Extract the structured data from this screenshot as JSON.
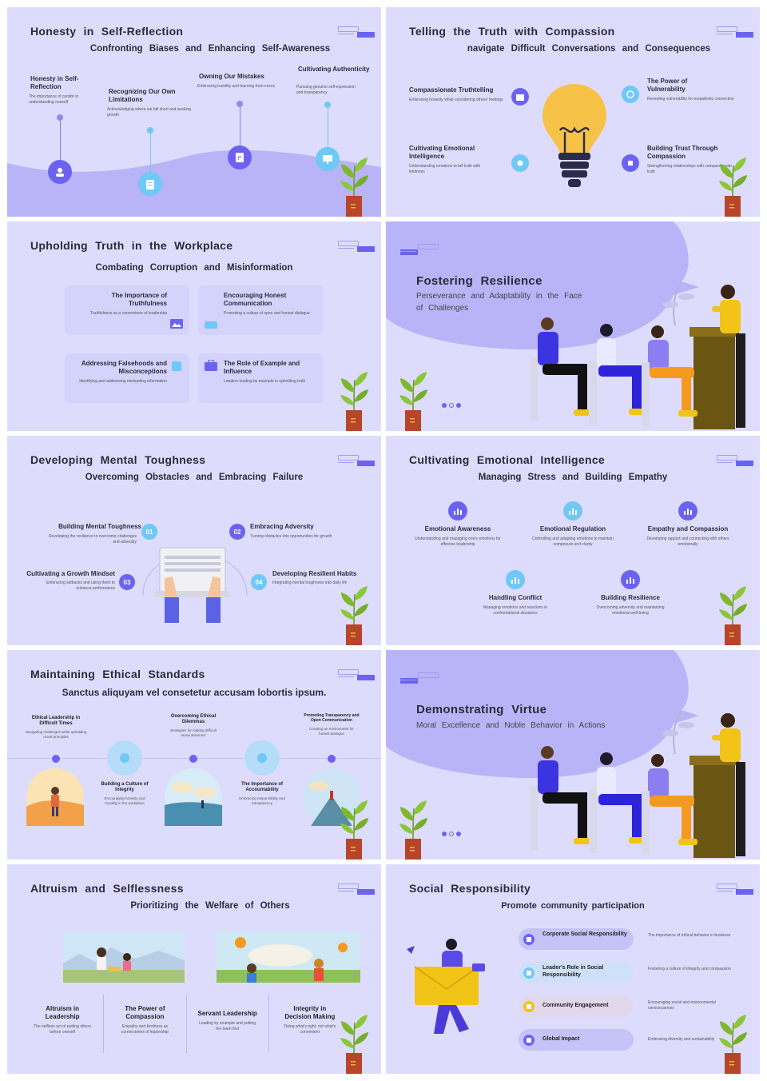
{
  "colors": {
    "slide_bg": "#dedcfd",
    "accent": "#6b63f0",
    "card": "#d4d3fb",
    "text": "#2b2b3a"
  },
  "s1": {
    "title": "Honesty in Self-Reflection",
    "subtitle": "Confronting Biases and Enhancing Self-Awareness",
    "items": [
      {
        "heading": "Honesty in Self-Reflection",
        "text": "The importance of candor in understanding oneself",
        "icon": "user-card-icon"
      },
      {
        "heading": "Recognizing Our Own Limitations",
        "text": "Acknowledging where we fall short and seeking growth",
        "icon": "clipboard-icon"
      },
      {
        "heading": "Owning Our Mistakes",
        "text": "Embracing humility and learning from errors",
        "icon": "document-p-icon"
      },
      {
        "heading": "Cultivating Authenticity",
        "text": "Pursuing genuine self-expression and transparency",
        "icon": "presentation-icon"
      }
    ]
  },
  "s2": {
    "title": "Telling the Truth with Compassion",
    "subtitle": "navigate Difficult Conversations and Consequences",
    "items": [
      {
        "heading": "Compassionate Truthtelling",
        "text": "Embracing honesty while considering others' feelings",
        "icon": "box-icon"
      },
      {
        "heading": "The Power of Vulnerability",
        "text": "Revealing vulnerability for empathetic connection",
        "icon": "clock-icon"
      },
      {
        "heading": "Cultivating Emotional Intelligence",
        "text": "Understanding emotions to tell truth with kindness",
        "icon": "gear-icon"
      },
      {
        "heading": "Building Trust Through Compassion",
        "text": "Strengthening relationships with compassionate truth",
        "icon": "chip-icon"
      }
    ]
  },
  "s3": {
    "title": "Upholding Truth in the Workplace",
    "subtitle": "Combating Corruption and Misinformation",
    "cards": [
      {
        "heading": "The Importance of Truthfulness",
        "text": "Truthfulness as a cornerstone of leadership",
        "icon": "image-icon"
      },
      {
        "heading": "Encouraging Honest Communication",
        "text": "Promoting a culture of open and honest dialogue",
        "icon": "sofa-icon"
      },
      {
        "heading": "Addressing Falsehoods and Misconceptions",
        "text": "Identifying and addressing misleading information",
        "icon": "puzzle-icon"
      },
      {
        "heading": "The Role of Example and Influence",
        "text": "Leaders leading by example in upholding truth",
        "icon": "briefcase-icon"
      }
    ]
  },
  "s4": {
    "title": "Fostering Resilience",
    "subtitle": "Perseverance and Adaptability in the Face of Challenges"
  },
  "s5": {
    "title": "Developing Mental Toughness",
    "subtitle": "Overcoming Obstacles and Embracing Failure",
    "items": [
      {
        "num": "01",
        "heading": "Building Mental Toughness",
        "text": "Developing the resilience to overcome challenges and adversity"
      },
      {
        "num": "02",
        "heading": "Embracing Adversity",
        "text": "Turning obstacles into opportunities for growth"
      },
      {
        "num": "03",
        "heading": "Cultivating a Growth Mindset",
        "text": "Embracing setbacks and using them to enhance performance"
      },
      {
        "num": "04",
        "heading": "Developing Resilient Habits",
        "text": "Integrating mental toughness into daily life"
      }
    ]
  },
  "s6": {
    "title": "Cultivating Emotional Intelligence",
    "subtitle": "Managing Stress and Building Empathy",
    "items": [
      {
        "heading": "Emotional Awareness",
        "text": "Understanding and managing one's emotions for effective leadership"
      },
      {
        "heading": "Emotional Regulation",
        "text": "Controlling and adapting emotions to maintain composure and clarity"
      },
      {
        "heading": "Empathy and Compassion",
        "text": "Developing rapport and connecting with others emotionally"
      },
      {
        "heading": "Handling Conflict",
        "text": "Managing emotions and reactions in confrontational situations"
      },
      {
        "heading": "Building Resilience",
        "text": "Overcoming adversity and maintaining emotional well-being"
      }
    ]
  },
  "s7": {
    "title": "Maintaining Ethical Standards",
    "subtitle": "Sanctus aliquyam vel consetetur accusam lobortis ipsum.",
    "items": [
      {
        "heading": "Ethical Leadership in Difficult Times",
        "text": "Navigating challenges while upholding moral principles"
      },
      {
        "heading": "Building a Culture of Integrity",
        "text": "Encouraging honesty and morality in the workplace"
      },
      {
        "heading": "Overcoming Ethical Dilemmas",
        "text": "Strategies for making difficult moral decisions"
      },
      {
        "heading": "The Importance of Accountability",
        "text": "Embracing responsibility and transparency"
      },
      {
        "heading": "Promoting Transparency and Open Communication",
        "text": "Creating an environment for honest dialogue"
      }
    ]
  },
  "s8": {
    "title": "Demonstrating Virtue",
    "subtitle": "Moral Excellence and Noble Behavior in Actions"
  },
  "s9": {
    "title": "Altruism and Selflessness",
    "subtitle": "Prioritizing the Welfare of Others",
    "items": [
      {
        "heading": "Altruism in Leadership",
        "text": "The selfless act of putting others before oneself"
      },
      {
        "heading": "The Power of Compassion",
        "text": "Empathy and kindness as cornerstones of leadership"
      },
      {
        "heading": "Servant Leadership",
        "text": "Leading by example and putting the team first"
      },
      {
        "heading": "Integrity in Decision Making",
        "text": "Doing what's right, not what's convenient"
      }
    ]
  },
  "s10": {
    "title": "Social Responsibility",
    "subtitle": "Promote community participation",
    "items": [
      {
        "label": "Corporate Social Responsibility",
        "text": "The importance of ethical behavior in business"
      },
      {
        "label": "Leader's Role in Social Responsibility",
        "text": "Fostering a culture of integrity and compassion"
      },
      {
        "label": "Community Engagement",
        "text": "Encouraging social and environmental consciousness"
      },
      {
        "label": "Global Impact",
        "text": "Embracing diversity and sustainability"
      }
    ]
  }
}
